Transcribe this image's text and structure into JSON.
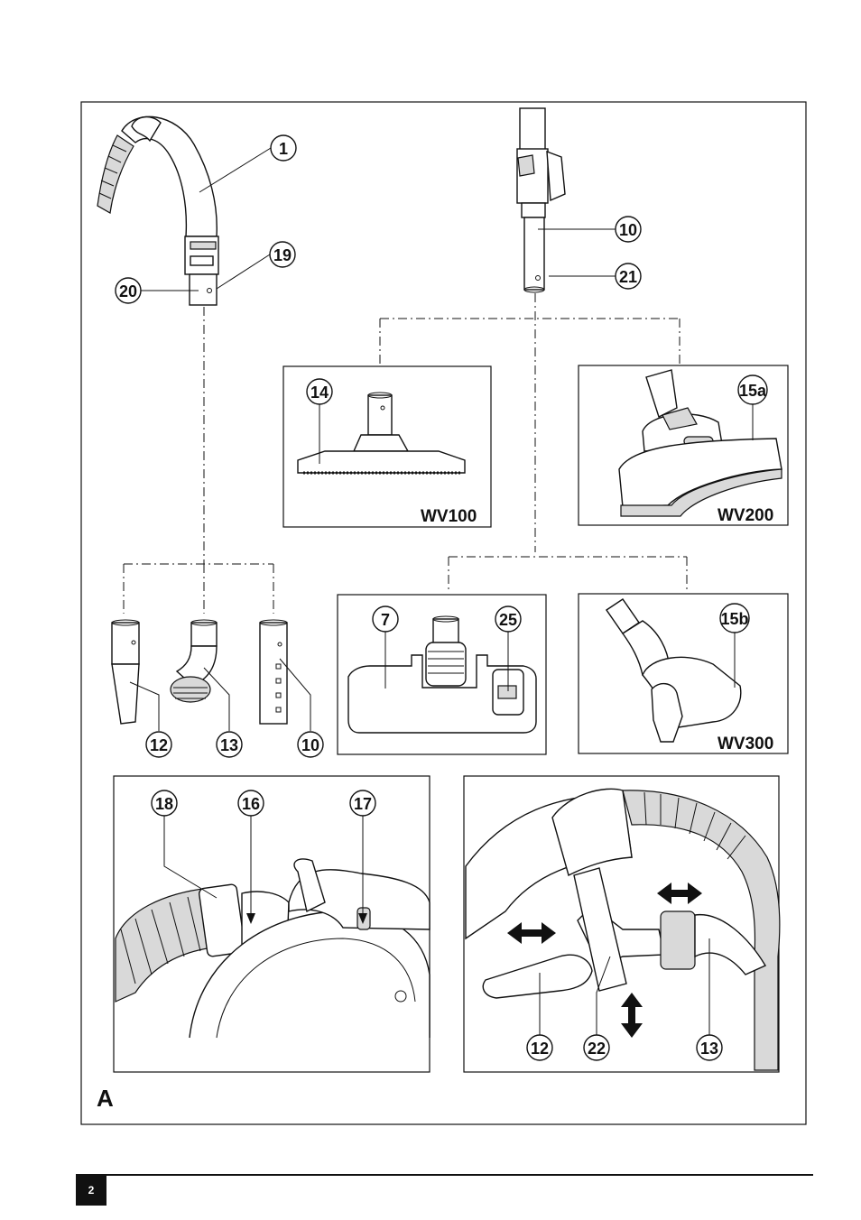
{
  "figure_letter": "A",
  "page_number": "2",
  "model_labels": {
    "wv100": "WV100",
    "wv200": "WV200",
    "wv300": "WV300"
  },
  "callouts": {
    "hose": "1",
    "hose_button": "19",
    "hose_end": "20",
    "tube": "10",
    "tube_hole": "21",
    "floor_brush": "14",
    "power_nozzle": "15a",
    "crevice_tool": "12",
    "dust_brush": "13",
    "extension_tube": "10",
    "combi_nozzle": "7",
    "nozzle_switch": "25",
    "turbo_brush": "15b",
    "hose_clip": "18",
    "hose_slot": "16",
    "tool_holder": "17",
    "tool_clip_crevice": "12",
    "tool_clip": "22",
    "tool_clip_brush": "13"
  }
}
